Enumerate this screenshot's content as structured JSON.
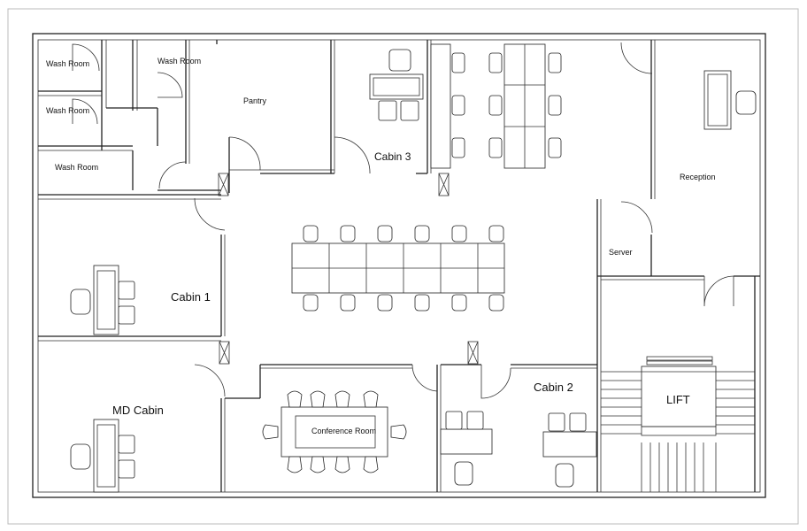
{
  "rooms": {
    "wash_room_1": "Wash Room",
    "wash_room_2": "Wash Room",
    "wash_room_3": "Wash Room",
    "wash_room_4": "Wash Room",
    "pantry": "Pantry",
    "cabin_3": "Cabin 3",
    "reception": "Reception",
    "server": "Server",
    "cabin_1": "Cabin 1",
    "md_cabin": "MD Cabin",
    "conference_room": "Conference Room",
    "cabin_2": "Cabin 2",
    "lift": "LIFT"
  }
}
